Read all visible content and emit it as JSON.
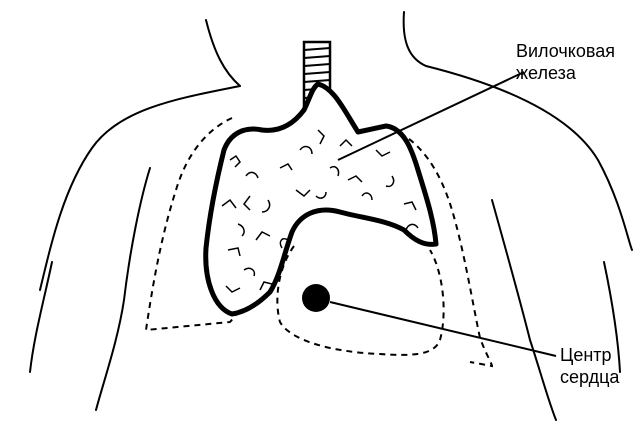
{
  "labels": {
    "thymus": {
      "line1": "Вилочковая",
      "line2": "железа"
    },
    "heart_center": {
      "line1": "Центр",
      "line2": "сердца"
    }
  },
  "colors": {
    "ink": "#000000",
    "background": "#ffffff"
  }
}
